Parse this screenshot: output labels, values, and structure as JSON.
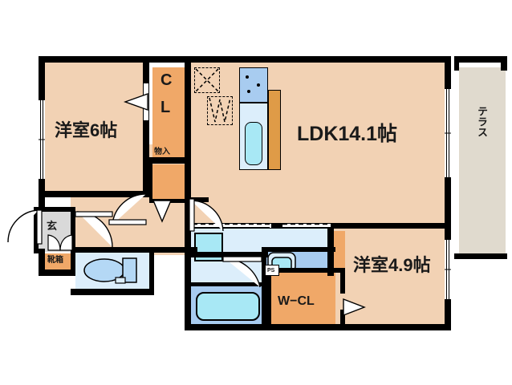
{
  "document": {
    "type": "floor-plan",
    "layout_name": "2LDK apartment floor plan"
  },
  "rooms": [
    {
      "id": "washitsu6",
      "label": "洋室6帖",
      "kind": "bedroom",
      "size_jo": 6.0
    },
    {
      "id": "ldk",
      "label": "LDK14.1帖",
      "kind": "living-dining-kitchen",
      "size_jo": 14.1
    },
    {
      "id": "washitsu49",
      "label": "洋室4.9帖",
      "kind": "bedroom",
      "size_jo": 4.9
    },
    {
      "id": "terrace",
      "label": "テラス",
      "kind": "terrace"
    },
    {
      "id": "genkan",
      "label": "玄",
      "kind": "entrance"
    }
  ],
  "storage": [
    {
      "id": "cl",
      "label": "C\nL",
      "label_line1": "C",
      "label_line2": "L",
      "kind": "closet"
    },
    {
      "id": "monoire",
      "label": "物入",
      "kind": "storage"
    },
    {
      "id": "kutsubako",
      "label": "靴箱",
      "kind": "shoe-box"
    },
    {
      "id": "wcl",
      "label": "W−CL",
      "kind": "walk-in-closet"
    }
  ],
  "markers": [
    {
      "id": "ps",
      "label": "PS",
      "kind": "pipe-shaft"
    }
  ],
  "fixtures": [
    {
      "id": "sink",
      "name": "kitchen-sink"
    },
    {
      "id": "stove",
      "name": "stove-burners"
    },
    {
      "id": "counter",
      "name": "kitchen-counter"
    },
    {
      "id": "toilet",
      "name": "toilet"
    },
    {
      "id": "bathtub",
      "name": "bathtub"
    },
    {
      "id": "washbasin",
      "name": "wash-basin"
    },
    {
      "id": "washer-space",
      "name": "washing-machine-space"
    },
    {
      "id": "refrigerator",
      "name": "refrigerator-space"
    }
  ],
  "colors": {
    "wall": "#000000",
    "room_floor": "#F2D2B4",
    "closet_orange": "#F0A868",
    "water_light": "#DCEEFB",
    "water_mid": "#B4D8F5",
    "tub_cyan": "#A8E8F5",
    "terrace_beige": "#E0DACE",
    "genkan_gray": "#D9D9D9",
    "background": "#FFFFFF"
  }
}
